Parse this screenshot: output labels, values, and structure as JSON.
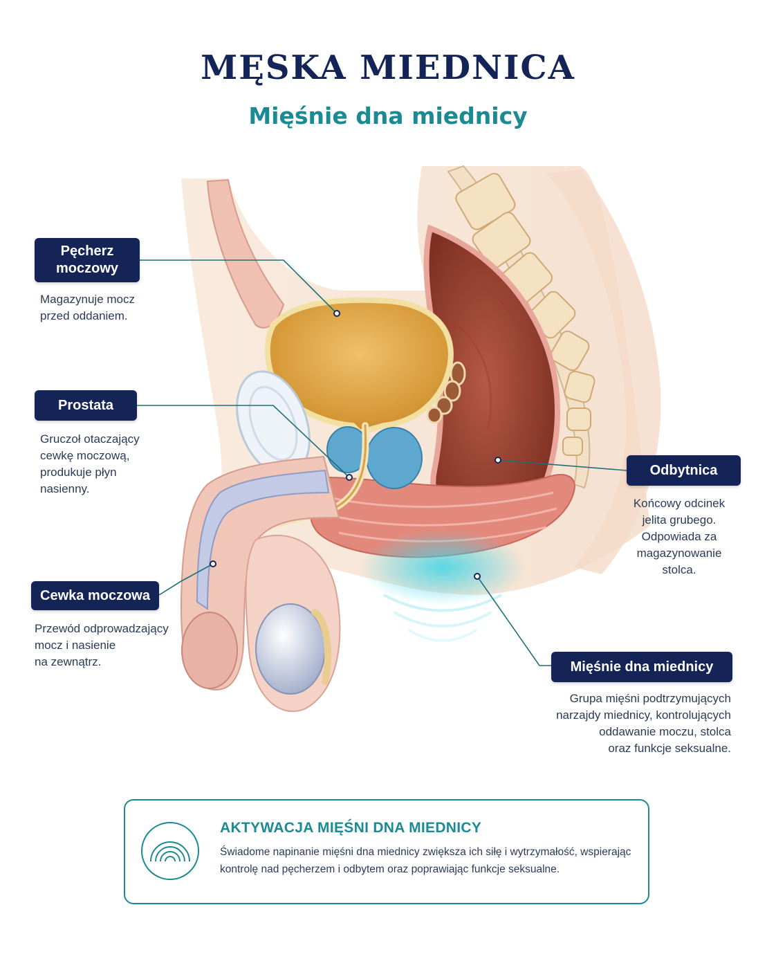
{
  "header": {
    "title": "MĘSKA MIEDNICA",
    "subtitle": "Mięśnie dna miednicy"
  },
  "labels": {
    "bladder": {
      "name": "Pęcherz moczowy",
      "description": "Magazynuje mocz\nprzed oddaniem."
    },
    "prostate": {
      "name": "Prostata",
      "description": "Gruczoł otaczający\ncewkę moczową,\nprodukuje płyn\nnasienny."
    },
    "urethra": {
      "name": "Cewka moczowa",
      "description": "Przewód odprowadzający\nmocz i nasienie\nna zewnątrz."
    },
    "rectum": {
      "name": "Odbytnica",
      "description": "Końcowy odcinek\njelita grubego.\nOdpowiada za\nmagazynowanie\nstolca."
    },
    "pelvic_floor": {
      "name": "Mięśnie dna miednicy",
      "description": "Grupa mięśni podtrzymujących\nnarzajdy miednicy, kontrolujących\noddawanie moczu, stolca\noraz funkcje seksualne."
    }
  },
  "info_box": {
    "title": "AKTYWACJA MIĘŚNI DNA MIEDNICY",
    "text": "Świadome napinanie mięśni dna miednicy zwiększa ich siłę i wytrzymałość, wspierając kontrolę nad pęcherzem i odbytem oraz poprawiając funkcje seksualne.",
    "icon": "pulse-waves-icon"
  },
  "colors": {
    "navy": "#142457",
    "teal": "#1b8a92",
    "bladder": "#e0a642",
    "prostate": "#5ea8cf",
    "rectum": "#b85a48",
    "muscle": "#e08a7e",
    "glow": "#3fd3e6"
  }
}
